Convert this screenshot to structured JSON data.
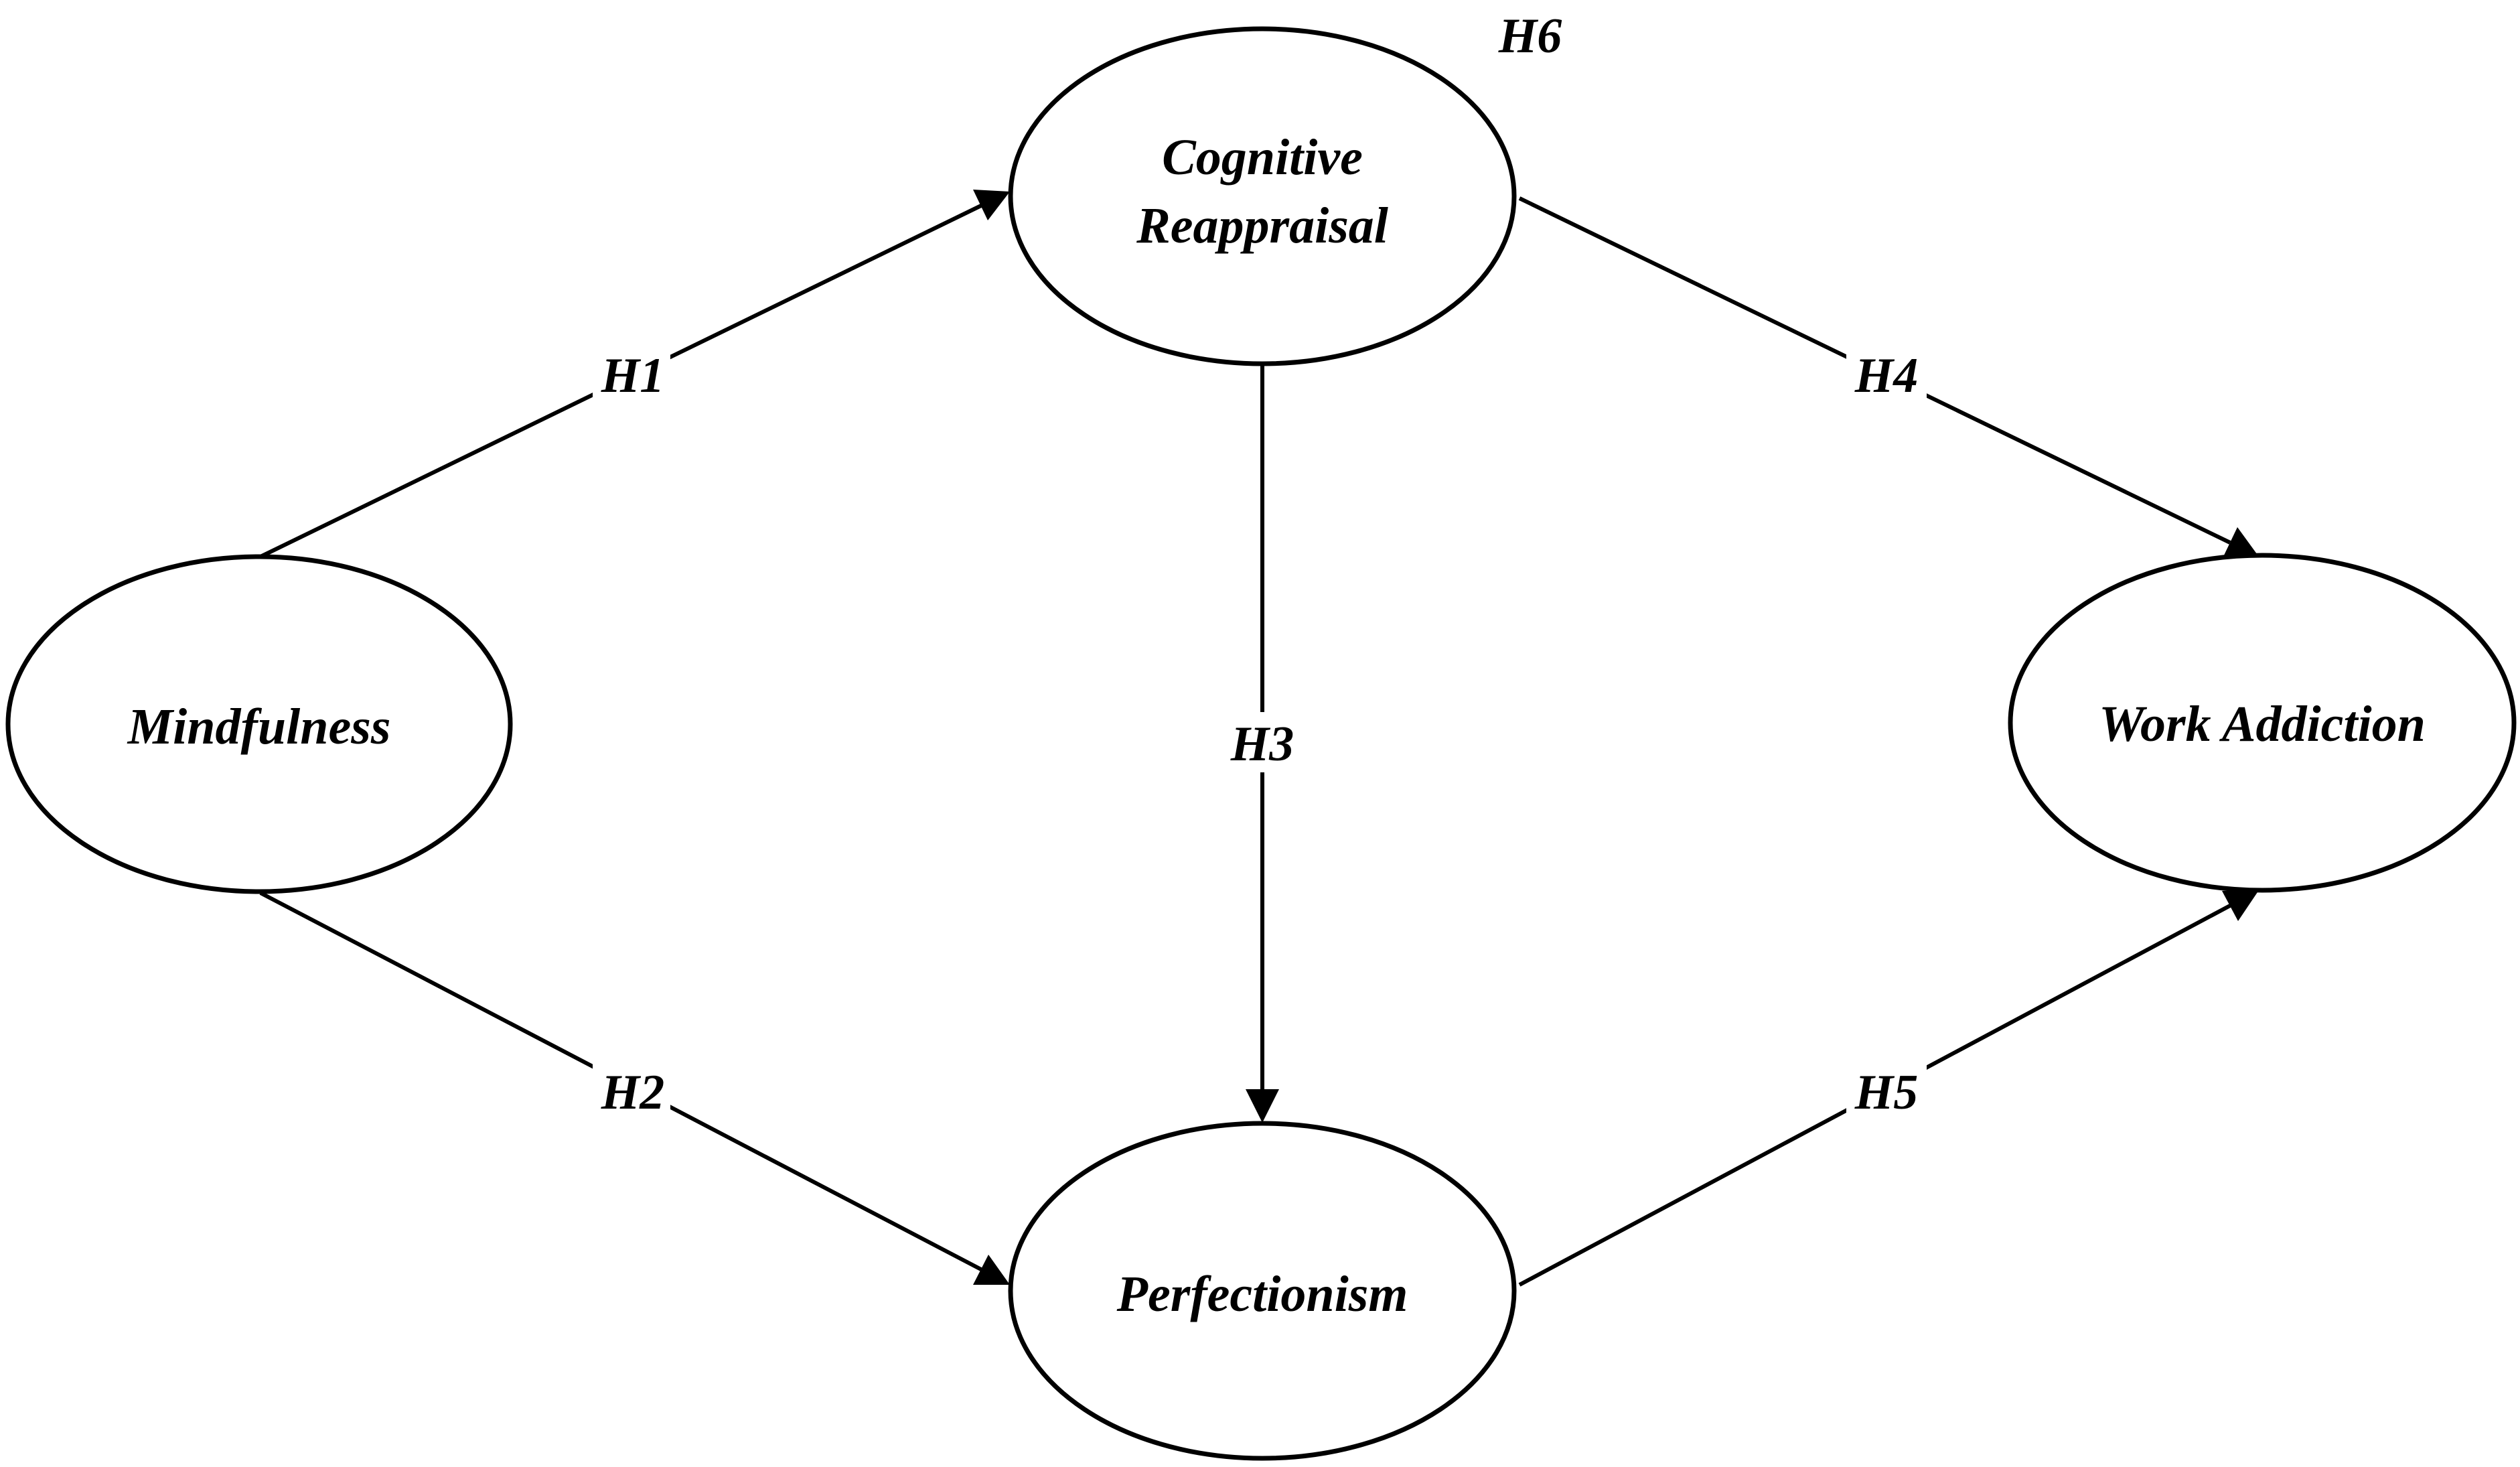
{
  "diagram": {
    "nodes": {
      "mindfulness": {
        "label": "Mindfulness"
      },
      "cognitive_reappraisal": {
        "line1": "Cognitive",
        "line2": "Reappraisal"
      },
      "perfectionism": {
        "label": "Perfectionism"
      },
      "work_addiction": {
        "label": "Work Addiction"
      }
    },
    "edges": {
      "h1": {
        "label": "H1",
        "from": "Mindfulness",
        "to": "Cognitive Reappraisal"
      },
      "h2": {
        "label": "H2",
        "from": "Mindfulness",
        "to": "Perfectionism"
      },
      "h3": {
        "label": "H3",
        "from": "Cognitive Reappraisal",
        "to": "Perfectionism"
      },
      "h4": {
        "label": "H4",
        "from": "Cognitive Reappraisal",
        "to": "Work Addiction"
      },
      "h5": {
        "label": "H5",
        "from": "Perfectionism",
        "to": "Work Addiction"
      }
    },
    "annotations": {
      "h6": {
        "label": "H6"
      }
    }
  }
}
